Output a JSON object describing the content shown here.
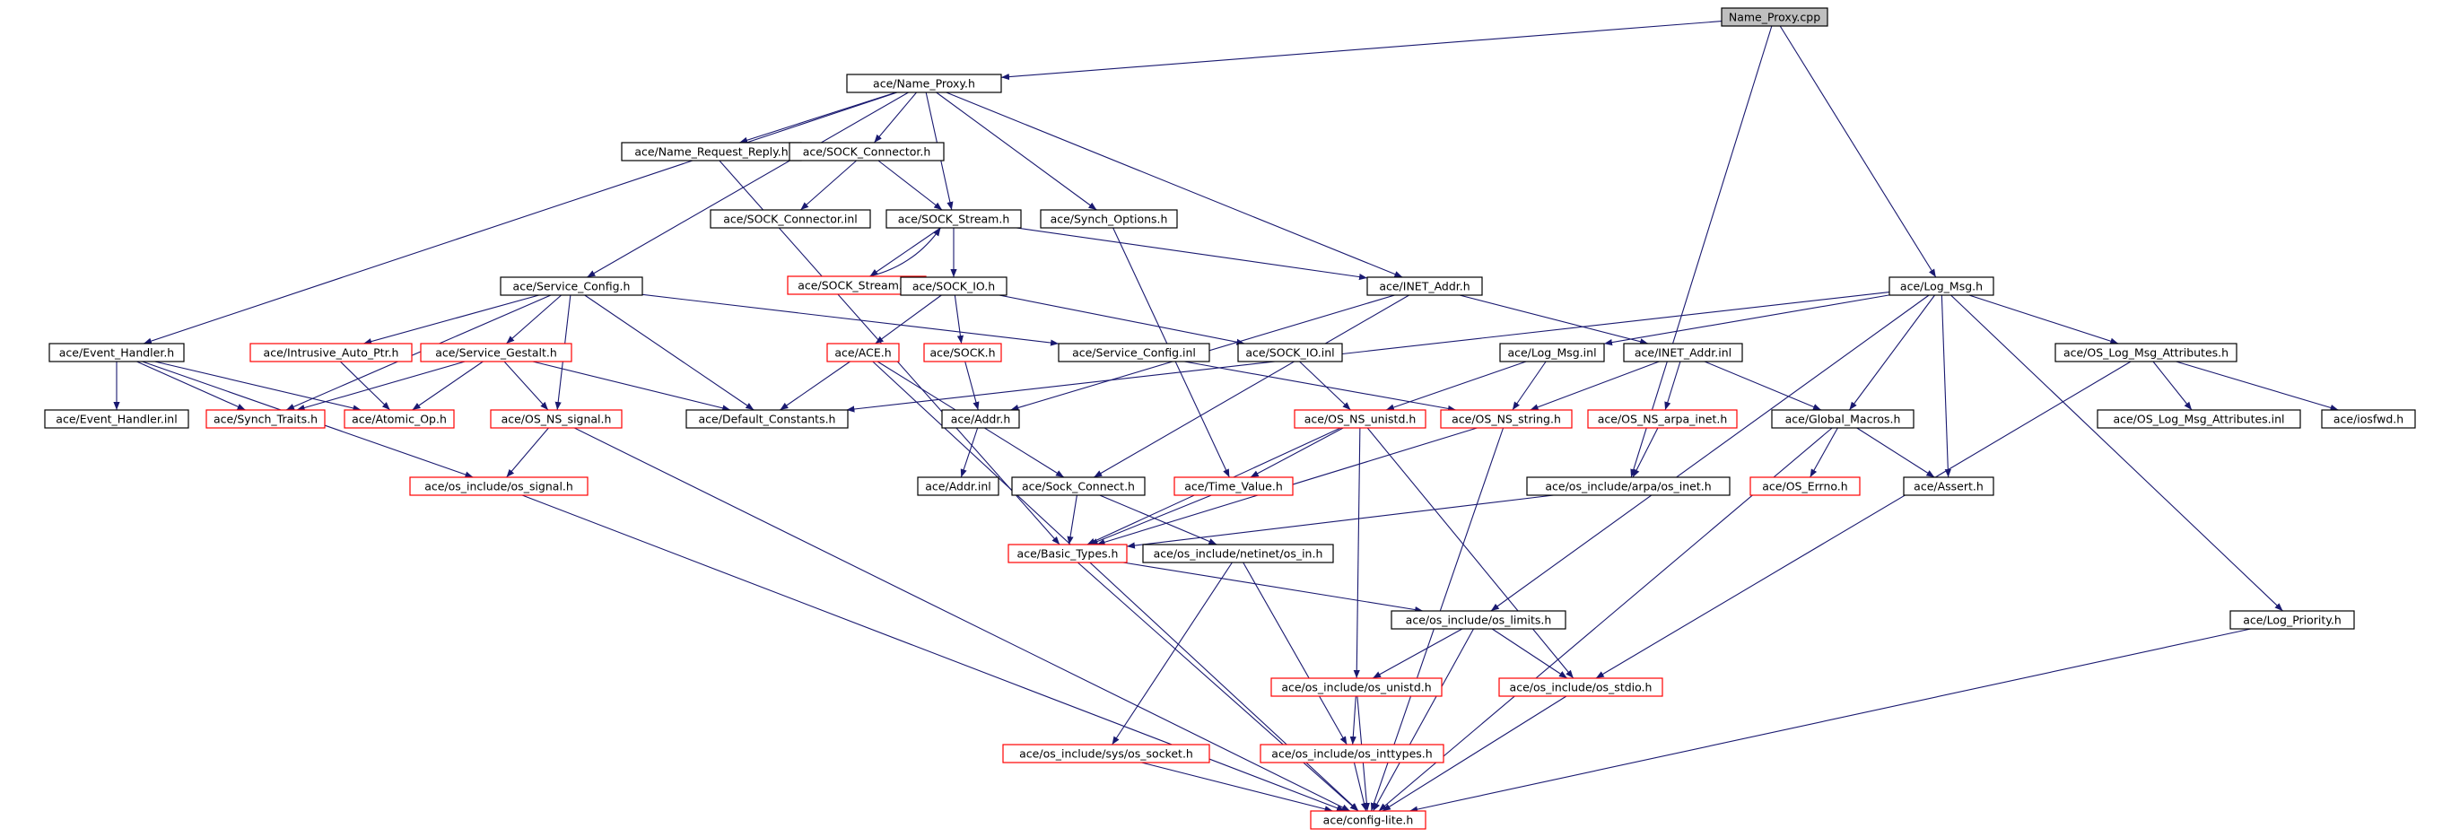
{
  "colors": {
    "edge": "#191970",
    "node_border": "#000000",
    "node_border_unexpanded": "#ff0000",
    "root_fill": "#bfbfbf",
    "node_fill": "#ffffff"
  },
  "nodes": [
    {
      "id": "root",
      "label": "Name_Proxy.cpp",
      "kind": "root"
    },
    {
      "id": "name_proxy_h",
      "label": "ace/Name_Proxy.h",
      "kind": "normal"
    },
    {
      "id": "name_request_reply_h",
      "label": "ace/Name_Request_Reply.h",
      "kind": "normal"
    },
    {
      "id": "sock_connector_h",
      "label": "ace/SOCK_Connector.h",
      "kind": "normal"
    },
    {
      "id": "sock_connector_inl",
      "label": "ace/SOCK_Connector.inl",
      "kind": "normal"
    },
    {
      "id": "sock_stream_h",
      "label": "ace/SOCK_Stream.h",
      "kind": "normal"
    },
    {
      "id": "synch_options_h",
      "label": "ace/Synch_Options.h",
      "kind": "normal"
    },
    {
      "id": "sock_stream_inl",
      "label": "ace/SOCK_Stream.inl",
      "kind": "unexpanded"
    },
    {
      "id": "service_config_h",
      "label": "ace/Service_Config.h",
      "kind": "normal"
    },
    {
      "id": "sock_io_h",
      "label": "ace/SOCK_IO.h",
      "kind": "normal"
    },
    {
      "id": "inet_addr_h",
      "label": "ace/INET_Addr.h",
      "kind": "normal"
    },
    {
      "id": "log_msg_h",
      "label": "ace/Log_Msg.h",
      "kind": "normal"
    },
    {
      "id": "event_handler_h",
      "label": "ace/Event_Handler.h",
      "kind": "normal"
    },
    {
      "id": "intrusive_auto_ptr_h",
      "label": "ace/Intrusive_Auto_Ptr.h",
      "kind": "unexpanded"
    },
    {
      "id": "service_gestalt_h",
      "label": "ace/Service_Gestalt.h",
      "kind": "unexpanded"
    },
    {
      "id": "ace_h",
      "label": "ace/ACE.h",
      "kind": "unexpanded"
    },
    {
      "id": "sock_h",
      "label": "ace/SOCK.h",
      "kind": "unexpanded"
    },
    {
      "id": "service_config_inl",
      "label": "ace/Service_Config.inl",
      "kind": "normal"
    },
    {
      "id": "sock_io_inl",
      "label": "ace/SOCK_IO.inl",
      "kind": "normal"
    },
    {
      "id": "log_msg_inl",
      "label": "ace/Log_Msg.inl",
      "kind": "normal"
    },
    {
      "id": "inet_addr_inl",
      "label": "ace/INET_Addr.inl",
      "kind": "normal"
    },
    {
      "id": "os_log_msg_attributes_h",
      "label": "ace/OS_Log_Msg_Attributes.h",
      "kind": "normal"
    },
    {
      "id": "event_handler_inl",
      "label": "ace/Event_Handler.inl",
      "kind": "normal"
    },
    {
      "id": "synch_traits_h",
      "label": "ace/Synch_Traits.h",
      "kind": "unexpanded"
    },
    {
      "id": "atomic_op_h",
      "label": "ace/Atomic_Op.h",
      "kind": "unexpanded"
    },
    {
      "id": "os_ns_signal_h",
      "label": "ace/OS_NS_signal.h",
      "kind": "unexpanded"
    },
    {
      "id": "default_constants_h",
      "label": "ace/Default_Constants.h",
      "kind": "normal"
    },
    {
      "id": "addr_h",
      "label": "ace/Addr.h",
      "kind": "normal"
    },
    {
      "id": "os_ns_unistd_h",
      "label": "ace/OS_NS_unistd.h",
      "kind": "unexpanded"
    },
    {
      "id": "os_ns_string_h",
      "label": "ace/OS_NS_string.h",
      "kind": "unexpanded"
    },
    {
      "id": "os_ns_arpa_inet_h",
      "label": "ace/OS_NS_arpa_inet.h",
      "kind": "unexpanded"
    },
    {
      "id": "global_macros_h",
      "label": "ace/Global_Macros.h",
      "kind": "normal"
    },
    {
      "id": "os_log_msg_attributes_inl",
      "label": "ace/OS_Log_Msg_Attributes.inl",
      "kind": "normal"
    },
    {
      "id": "iosfwd_h",
      "label": "ace/iosfwd.h",
      "kind": "normal"
    },
    {
      "id": "os_include_os_signal_h",
      "label": "ace/os_include/os_signal.h",
      "kind": "unexpanded"
    },
    {
      "id": "addr_inl",
      "label": "ace/Addr.inl",
      "kind": "normal"
    },
    {
      "id": "sock_connect_h",
      "label": "ace/Sock_Connect.h",
      "kind": "normal"
    },
    {
      "id": "time_value_h",
      "label": "ace/Time_Value.h",
      "kind": "unexpanded"
    },
    {
      "id": "os_include_arpa_os_inet_h",
      "label": "ace/os_include/arpa/os_inet.h",
      "kind": "normal"
    },
    {
      "id": "os_errno_h",
      "label": "ace/OS_Errno.h",
      "kind": "unexpanded"
    },
    {
      "id": "assert_h",
      "label": "ace/Assert.h",
      "kind": "normal"
    },
    {
      "id": "basic_types_h",
      "label": "ace/Basic_Types.h",
      "kind": "unexpanded"
    },
    {
      "id": "os_include_netinet_os_in_h",
      "label": "ace/os_include/netinet/os_in.h",
      "kind": "normal"
    },
    {
      "id": "os_include_os_limits_h",
      "label": "ace/os_include/os_limits.h",
      "kind": "normal"
    },
    {
      "id": "log_priority_h",
      "label": "ace/Log_Priority.h",
      "kind": "normal"
    },
    {
      "id": "os_include_os_unistd_h",
      "label": "ace/os_include/os_unistd.h",
      "kind": "unexpanded"
    },
    {
      "id": "os_include_os_stdio_h",
      "label": "ace/os_include/os_stdio.h",
      "kind": "unexpanded"
    },
    {
      "id": "os_include_sys_os_socket_h",
      "label": "ace/os_include/sys/os_socket.h",
      "kind": "unexpanded"
    },
    {
      "id": "os_include_os_inttypes_h",
      "label": "ace/os_include/os_inttypes.h",
      "kind": "unexpanded"
    },
    {
      "id": "config_lite_h",
      "label": "ace/config-lite.h",
      "kind": "unexpanded"
    }
  ],
  "edges": [
    [
      "root",
      "name_proxy_h"
    ],
    [
      "root",
      "log_msg_h"
    ],
    [
      "root",
      "os_include_arpa_os_inet_h"
    ],
    [
      "name_proxy_h",
      "name_request_reply_h"
    ],
    [
      "name_proxy_h",
      "sock_connector_h"
    ],
    [
      "name_proxy_h",
      "sock_stream_h"
    ],
    [
      "name_proxy_h",
      "synch_options_h"
    ],
    [
      "name_proxy_h",
      "service_config_h"
    ],
    [
      "name_proxy_h",
      "inet_addr_h"
    ],
    [
      "name_proxy_h",
      "event_handler_h"
    ],
    [
      "name_request_reply_h",
      "basic_types_h"
    ],
    [
      "sock_connector_h",
      "sock_connector_inl"
    ],
    [
      "sock_connector_h",
      "sock_stream_h"
    ],
    [
      "sock_stream_h",
      "sock_stream_inl"
    ],
    [
      "sock_stream_inl",
      "sock_stream_h"
    ],
    [
      "sock_stream_h",
      "sock_io_h"
    ],
    [
      "sock_stream_h",
      "inet_addr_h"
    ],
    [
      "synch_options_h",
      "time_value_h"
    ],
    [
      "service_config_h",
      "intrusive_auto_ptr_h"
    ],
    [
      "service_config_h",
      "service_gestalt_h"
    ],
    [
      "service_config_h",
      "synch_traits_h"
    ],
    [
      "service_config_h",
      "os_ns_signal_h"
    ],
    [
      "service_config_h",
      "default_constants_h"
    ],
    [
      "service_config_h",
      "service_config_inl"
    ],
    [
      "sock_io_h",
      "ace_h"
    ],
    [
      "sock_io_h",
      "sock_h"
    ],
    [
      "sock_io_h",
      "sock_io_inl"
    ],
    [
      "inet_addr_h",
      "inet_addr_inl"
    ],
    [
      "inet_addr_h",
      "addr_h"
    ],
    [
      "inet_addr_h",
      "sock_connect_h"
    ],
    [
      "log_msg_h",
      "log_msg_inl"
    ],
    [
      "log_msg_h",
      "default_constants_h"
    ],
    [
      "log_msg_h",
      "os_log_msg_attributes_h"
    ],
    [
      "log_msg_h",
      "global_macros_h"
    ],
    [
      "log_msg_h",
      "assert_h"
    ],
    [
      "log_msg_h",
      "os_include_os_limits_h"
    ],
    [
      "log_msg_h",
      "log_priority_h"
    ],
    [
      "event_handler_h",
      "event_handler_inl"
    ],
    [
      "event_handler_h",
      "synch_traits_h"
    ],
    [
      "event_handler_h",
      "atomic_op_h"
    ],
    [
      "event_handler_h",
      "os_include_os_signal_h"
    ],
    [
      "intrusive_auto_ptr_h",
      "atomic_op_h"
    ],
    [
      "service_gestalt_h",
      "synch_traits_h"
    ],
    [
      "service_gestalt_h",
      "atomic_op_h"
    ],
    [
      "service_gestalt_h",
      "os_ns_signal_h"
    ],
    [
      "service_gestalt_h",
      "default_constants_h"
    ],
    [
      "ace_h",
      "default_constants_h"
    ],
    [
      "ace_h",
      "sock_connect_h"
    ],
    [
      "ace_h",
      "config_lite_h"
    ],
    [
      "sock_h",
      "addr_h"
    ],
    [
      "service_config_inl",
      "os_ns_string_h"
    ],
    [
      "sock_io_inl",
      "os_ns_unistd_h"
    ],
    [
      "log_msg_inl",
      "os_ns_unistd_h"
    ],
    [
      "log_msg_inl",
      "os_ns_string_h"
    ],
    [
      "inet_addr_inl",
      "os_ns_string_h"
    ],
    [
      "inet_addr_inl",
      "os_ns_arpa_inet_h"
    ],
    [
      "inet_addr_inl",
      "global_macros_h"
    ],
    [
      "os_log_msg_attributes_h",
      "os_log_msg_attributes_inl"
    ],
    [
      "os_log_msg_attributes_h",
      "iosfwd_h"
    ],
    [
      "os_log_msg_attributes_h",
      "os_include_os_stdio_h"
    ],
    [
      "os_ns_signal_h",
      "os_include_os_signal_h"
    ],
    [
      "os_ns_signal_h",
      "config_lite_h"
    ],
    [
      "addr_h",
      "addr_inl"
    ],
    [
      "os_ns_unistd_h",
      "time_value_h"
    ],
    [
      "os_ns_unistd_h",
      "basic_types_h"
    ],
    [
      "os_ns_unistd_h",
      "os_include_os_unistd_h"
    ],
    [
      "os_ns_unistd_h",
      "os_include_os_stdio_h"
    ],
    [
      "os_ns_string_h",
      "basic_types_h"
    ],
    [
      "os_ns_string_h",
      "config_lite_h"
    ],
    [
      "os_ns_arpa_inet_h",
      "os_include_arpa_os_inet_h"
    ],
    [
      "global_macros_h",
      "os_errno_h"
    ],
    [
      "global_macros_h",
      "assert_h"
    ],
    [
      "global_macros_h",
      "config_lite_h"
    ],
    [
      "os_include_os_signal_h",
      "config_lite_h"
    ],
    [
      "sock_connect_h",
      "basic_types_h"
    ],
    [
      "sock_connect_h",
      "os_include_netinet_os_in_h"
    ],
    [
      "time_value_h",
      "basic_types_h"
    ],
    [
      "os_include_arpa_os_inet_h",
      "basic_types_h"
    ],
    [
      "basic_types_h",
      "os_include_os_limits_h"
    ],
    [
      "basic_types_h",
      "config_lite_h"
    ],
    [
      "os_include_netinet_os_in_h",
      "os_include_sys_os_socket_h"
    ],
    [
      "os_include_netinet_os_in_h",
      "os_include_os_inttypes_h"
    ],
    [
      "os_include_os_limits_h",
      "os_include_os_unistd_h"
    ],
    [
      "os_include_os_limits_h",
      "os_include_os_stdio_h"
    ],
    [
      "os_include_os_limits_h",
      "config_lite_h"
    ],
    [
      "log_priority_h",
      "config_lite_h"
    ],
    [
      "os_include_os_unistd_h",
      "os_include_os_inttypes_h"
    ],
    [
      "os_include_os_unistd_h",
      "config_lite_h"
    ],
    [
      "os_include_os_stdio_h",
      "config_lite_h"
    ],
    [
      "os_include_sys_os_socket_h",
      "config_lite_h"
    ],
    [
      "os_include_os_inttypes_h",
      "config_lite_h"
    ]
  ]
}
